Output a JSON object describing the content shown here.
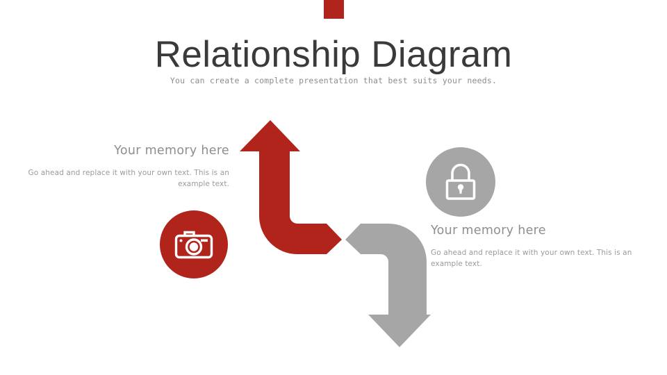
{
  "slide": {
    "accent_color": "#b0241b",
    "gray_color": "#a6a6a6",
    "background": "#ffffff"
  },
  "header": {
    "title": "Relationship Diagram",
    "subtitle": "You can create a complete presentation that best suits your needs."
  },
  "nodes": [
    {
      "id": "left",
      "icon": "camera-icon",
      "icon_color": "#ffffff",
      "badge_color": "#b0241b",
      "heading": "Your memory here",
      "body": "Go ahead and replace it with your own text. This is an example text."
    },
    {
      "id": "right",
      "icon": "lock-icon",
      "icon_color": "#ffffff",
      "badge_color": "#a6a6a6",
      "heading": "Your memory here",
      "body": "Go ahead and replace it with your own text. This is an example text."
    }
  ],
  "arrows": [
    {
      "id": "red-arrow-up",
      "color": "#b0241b",
      "direction": "up",
      "label": "curved arrow pointing up-left"
    },
    {
      "id": "gray-arrow-down",
      "color": "#a6a6a6",
      "direction": "down",
      "label": "curved arrow pointing down-right"
    }
  ]
}
